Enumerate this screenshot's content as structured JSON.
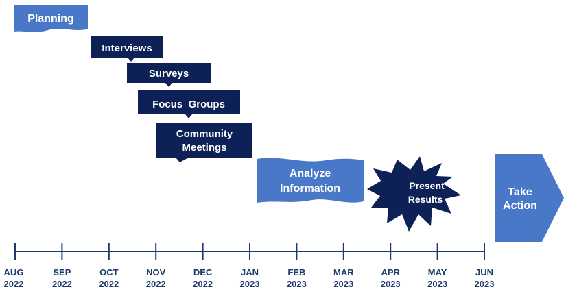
{
  "colors": {
    "light_blue": "#4a78c8",
    "navy": "#0d2157",
    "axis": "#1c3a6e"
  },
  "phases": {
    "planning": "Planning",
    "interviews": "Interviews",
    "surveys": "Surveys",
    "focus_groups": "Focus  Groups",
    "community_1": "Community",
    "community_2": "Meetings",
    "analyze_1": "Analyze",
    "analyze_2": "Information",
    "present_1": "Present",
    "present_2": "Results",
    "take_1": "Take",
    "take_2": "Action"
  },
  "timeline": {
    "months": [
      {
        "m": "AUG",
        "y": "2022"
      },
      {
        "m": "SEP",
        "y": "2022"
      },
      {
        "m": "OCT",
        "y": "2022"
      },
      {
        "m": "NOV",
        "y": "2022"
      },
      {
        "m": "DEC",
        "y": "2022"
      },
      {
        "m": "JAN",
        "y": "2023"
      },
      {
        "m": "FEB",
        "y": "2023"
      },
      {
        "m": "MAR",
        "y": "2023"
      },
      {
        "m": "APR",
        "y": "2023"
      },
      {
        "m": "MAY",
        "y": "2023"
      },
      {
        "m": "JUN",
        "y": "2023"
      }
    ]
  }
}
